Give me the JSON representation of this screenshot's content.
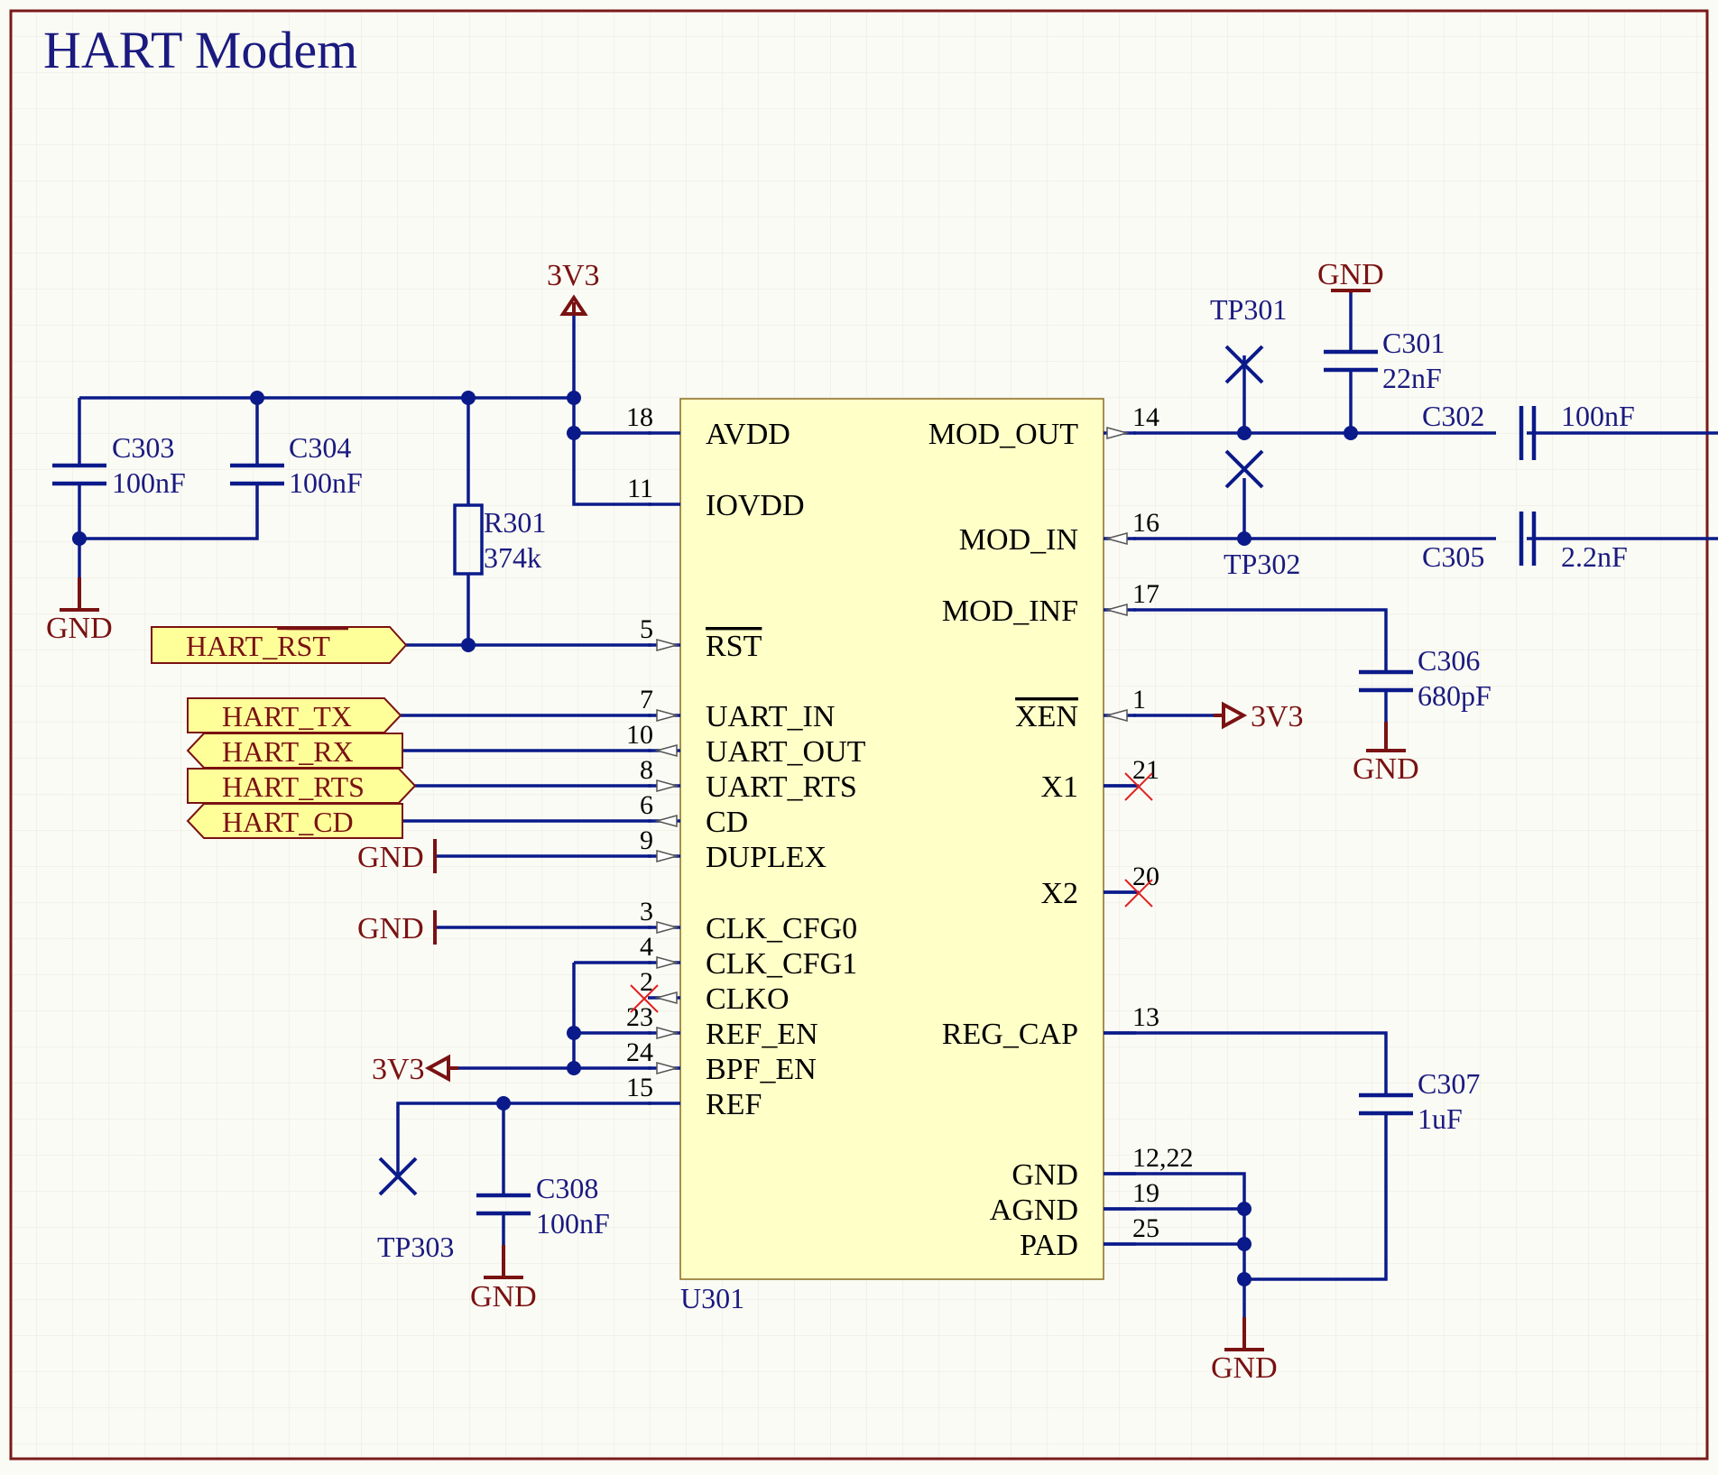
{
  "title": "HART Modem",
  "colors": {
    "wire": "#0b1a8a",
    "power": "#7a1212",
    "chip_fill": "#ffffc8",
    "port_fill": "#ffff99",
    "no_connect": "#e02020",
    "border": "#7a1a1a"
  },
  "chip": {
    "designator": "U301",
    "left_pins": [
      {
        "name": "AVDD",
        "num": "18"
      },
      {
        "name": "IOVDD",
        "num": "11"
      },
      {
        "name": "RST",
        "num": "5",
        "overline": true
      },
      {
        "name": "UART_IN",
        "num": "7"
      },
      {
        "name": "UART_OUT",
        "num": "10"
      },
      {
        "name": "UART_RTS",
        "num": "8"
      },
      {
        "name": "CD",
        "num": "6"
      },
      {
        "name": "DUPLEX",
        "num": "9"
      },
      {
        "name": "CLK_CFG0",
        "num": "3"
      },
      {
        "name": "CLK_CFG1",
        "num": "4"
      },
      {
        "name": "CLKO",
        "num": "2"
      },
      {
        "name": "REF_EN",
        "num": "23"
      },
      {
        "name": "BPF_EN",
        "num": "24"
      },
      {
        "name": "REF",
        "num": "15"
      }
    ],
    "right_pins": [
      {
        "name": "MOD_OUT",
        "num": "14"
      },
      {
        "name": "MOD_IN",
        "num": "16"
      },
      {
        "name": "MOD_INF",
        "num": "17"
      },
      {
        "name": "XEN",
        "num": "1",
        "overline": true
      },
      {
        "name": "X1",
        "num": "21"
      },
      {
        "name": "X2",
        "num": "20"
      },
      {
        "name": "REG_CAP",
        "num": "13"
      },
      {
        "name": "GND",
        "num": "12,22"
      },
      {
        "name": "AGND",
        "num": "19"
      },
      {
        "name": "PAD",
        "num": "25"
      }
    ]
  },
  "components": {
    "C303": {
      "ref": "C303",
      "value": "100nF"
    },
    "C304": {
      "ref": "C304",
      "value": "100nF"
    },
    "R301": {
      "ref": "R301",
      "value": "374k"
    },
    "C301": {
      "ref": "C301",
      "value": "22nF"
    },
    "C302": {
      "ref": "C302",
      "value": "100nF"
    },
    "C305": {
      "ref": "C305",
      "value": "2.2nF"
    },
    "C306": {
      "ref": "C306",
      "value": "680pF"
    },
    "C307": {
      "ref": "C307",
      "value": "1uF"
    },
    "C308": {
      "ref": "C308",
      "value": "100nF"
    }
  },
  "test_points": {
    "tp301": "TP301",
    "tp302": "TP302",
    "tp303": "TP303"
  },
  "power": {
    "v3v3": "3V3",
    "gnd": "GND"
  },
  "ports": {
    "hart_rst_prefix": "HART_",
    "hart_rst_suffix": "RST",
    "hart_tx": "HART_TX",
    "hart_rx": "HART_RX",
    "hart_rts": "HART_RTS",
    "hart_cd": "HART_CD"
  }
}
